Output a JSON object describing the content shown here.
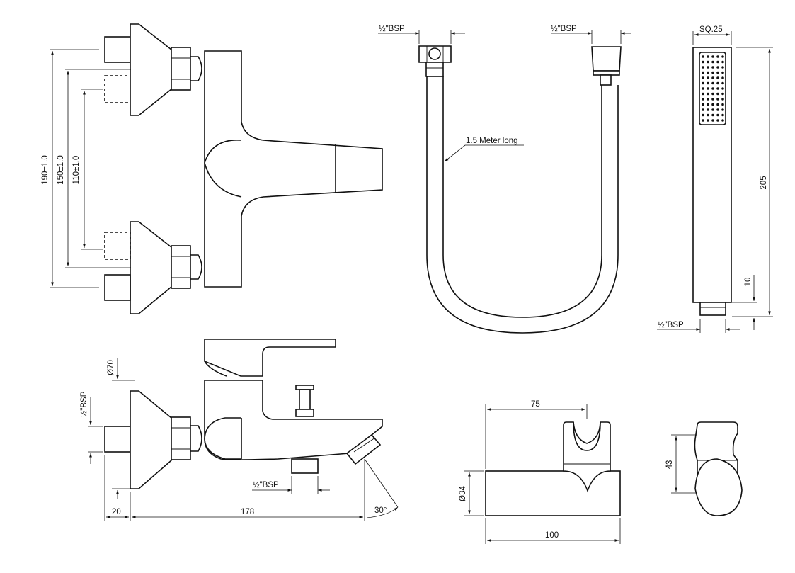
{
  "front_view": {
    "dim_190": "190±1.0",
    "dim_150": "150±1.0",
    "dim_110": "110±1.0"
  },
  "hose": {
    "left_connection": "½\"BSP",
    "right_connection": "½\"BSP",
    "length_label": "1.5 Meter long"
  },
  "hand_shower": {
    "head_size": "SQ.25",
    "length": "205",
    "connector_length": "10",
    "connection": "½\"BSP"
  },
  "side_view": {
    "inlet_connection": "½\"BSP",
    "dim_70": "Ø70",
    "spout_connection": "½\"BSP",
    "dim_20": "20",
    "dim_178": "178",
    "angle": "30°"
  },
  "holder": {
    "width_top": "75",
    "height": "Ø34",
    "width_bottom": "100"
  },
  "holder_side": {
    "height": "43"
  }
}
